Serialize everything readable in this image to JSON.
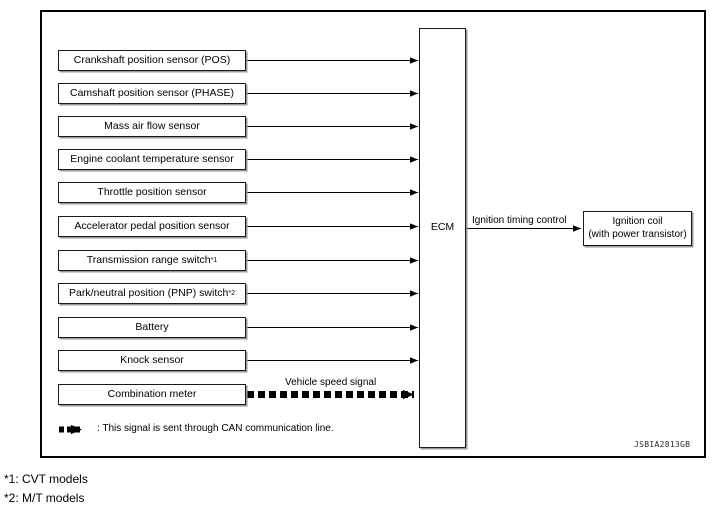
{
  "figure": {
    "code": "JSBIA2813GB",
    "ecm_label": "ECM",
    "inputs": [
      {
        "label": "Crankshaft position sensor (POS)",
        "note": "",
        "link": "solid"
      },
      {
        "label": "Camshaft position sensor (PHASE)",
        "note": "",
        "link": "solid"
      },
      {
        "label": "Mass air flow sensor",
        "note": "",
        "link": "solid"
      },
      {
        "label": "Engine coolant temperature sensor",
        "note": "",
        "link": "solid"
      },
      {
        "label": "Throttle position sensor",
        "note": "",
        "link": "solid"
      },
      {
        "label": "Accelerator pedal position sensor",
        "note": "",
        "link": "solid"
      },
      {
        "label": "Transmission range switch",
        "note": "*1",
        "link": "solid"
      },
      {
        "label": "Park/neutral position (PNP) switch",
        "note": "*2",
        "link": "solid"
      },
      {
        "label": "Battery",
        "note": "",
        "link": "solid"
      },
      {
        "label": "Knock sensor",
        "note": "",
        "link": "solid"
      },
      {
        "label": "Combination meter",
        "note": "",
        "link": "can"
      }
    ],
    "output": {
      "arrow_label": "Ignition timing control",
      "target_line1": "Ignition coil",
      "target_line2": "(with power transistor)"
    },
    "can_signal_label": "Vehicle speed signal",
    "legend": {
      "text": ": This signal is sent through CAN communication line."
    }
  },
  "footnotes": [
    "*1: CVT models",
    "*2: M/T models"
  ],
  "colors": {
    "line": "#000000",
    "box_border": "#1a1a1a",
    "shadow": "#9a9a9a",
    "background": "#ffffff"
  }
}
